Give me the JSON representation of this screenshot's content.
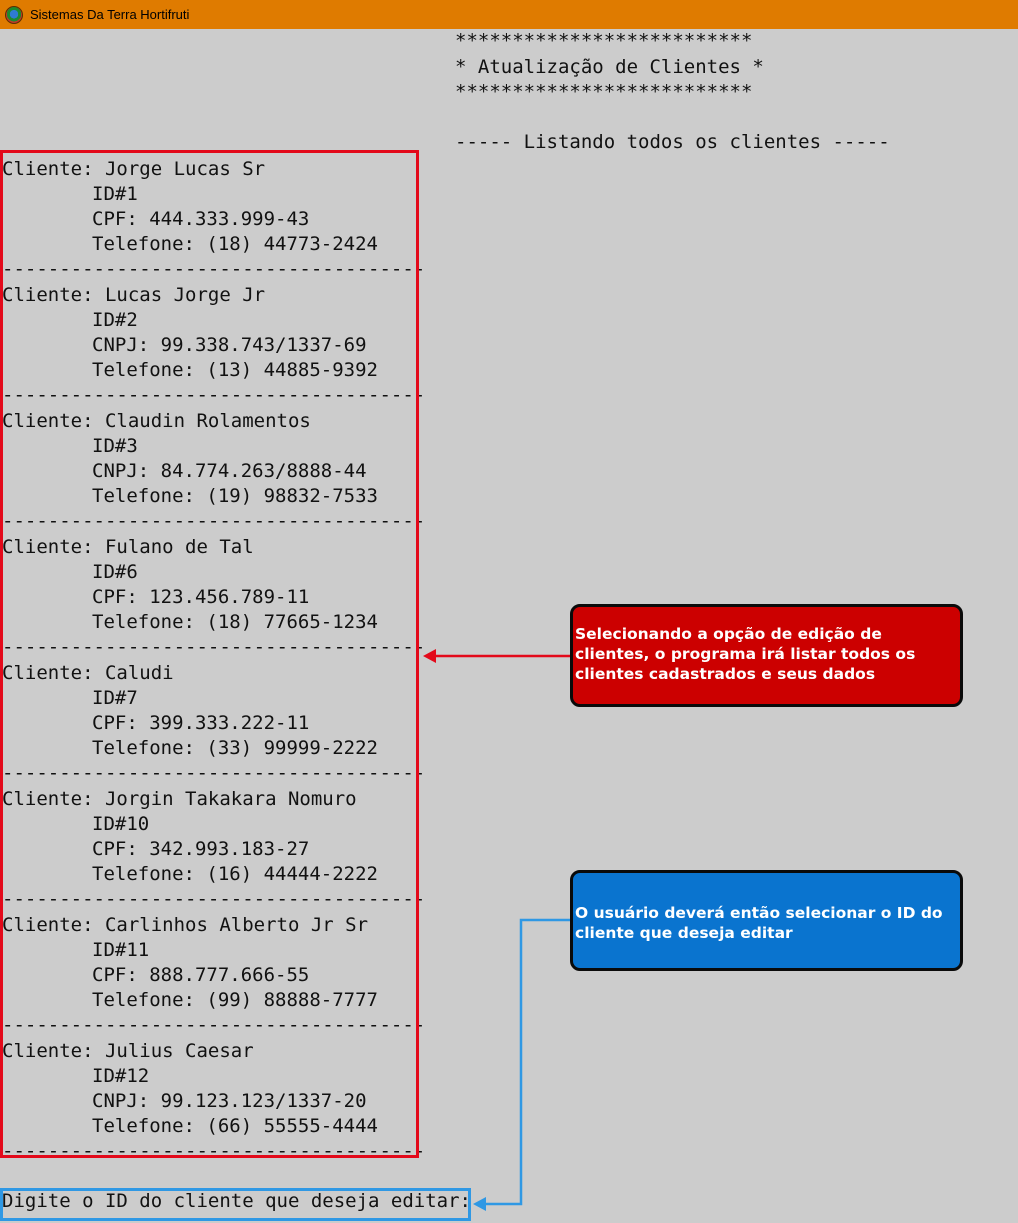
{
  "window": {
    "title": "Sistemas Da Terra Hortifruti",
    "icon": "app-logo-icon"
  },
  "header": {
    "stars": "**************************",
    "title": "* Atualização de Clientes *",
    "listing": "----- Listando todos os clientes -----"
  },
  "separator": "-------------------------------------",
  "clients": [
    {
      "name": "Cliente: Jorge Lucas Sr",
      "id": "ID#1",
      "doc": "CPF: 444.333.999-43",
      "phone": "Telefone: (18) 44773-2424"
    },
    {
      "name": "Cliente: Lucas Jorge Jr",
      "id": "ID#2",
      "doc": "CNPJ: 99.338.743/1337-69",
      "phone": "Telefone: (13) 44885-9392"
    },
    {
      "name": "Cliente: Claudin Rolamentos",
      "id": "ID#3",
      "doc": "CNPJ: 84.774.263/8888-44",
      "phone": "Telefone: (19) 98832-7533"
    },
    {
      "name": "Cliente: Fulano de Tal",
      "id": "ID#6",
      "doc": "CPF: 123.456.789-11",
      "phone": "Telefone: (18) 77665-1234"
    },
    {
      "name": "Cliente: Caludi",
      "id": "ID#7",
      "doc": "CPF: 399.333.222-11",
      "phone": "Telefone: (33) 99999-2222"
    },
    {
      "name": "Cliente: Jorgin Takakara Nomuro",
      "id": "ID#10",
      "doc": "CPF: 342.993.183-27",
      "phone": "Telefone: (16) 44444-2222"
    },
    {
      "name": "Cliente: Carlinhos Alberto Jr Sr",
      "id": "ID#11",
      "doc": "CPF: 888.777.666-55",
      "phone": "Telefone: (99) 88888-7777"
    },
    {
      "name": "Cliente: Julius Caesar",
      "id": "ID#12",
      "doc": "CNPJ: 99.123.123/1337-20",
      "phone": "Telefone: (66) 55555-4444"
    }
  ],
  "prompt": "Digite o ID do cliente que deseja editar:",
  "callouts": {
    "red": "Selecionando a opção de edição de clientes, o programa irá listar todos os clientes cadastrados e seus dados",
    "blue": "O usuário deverá então selecionar o ID do cliente que deseja editar"
  },
  "colors": {
    "titlebar": "#df7b00",
    "console_bg": "#cccccc",
    "red_highlight": "#e3091a",
    "blue_highlight": "#2f98e4",
    "callout_red": "#cc0000",
    "callout_blue": "#0a74cf"
  }
}
